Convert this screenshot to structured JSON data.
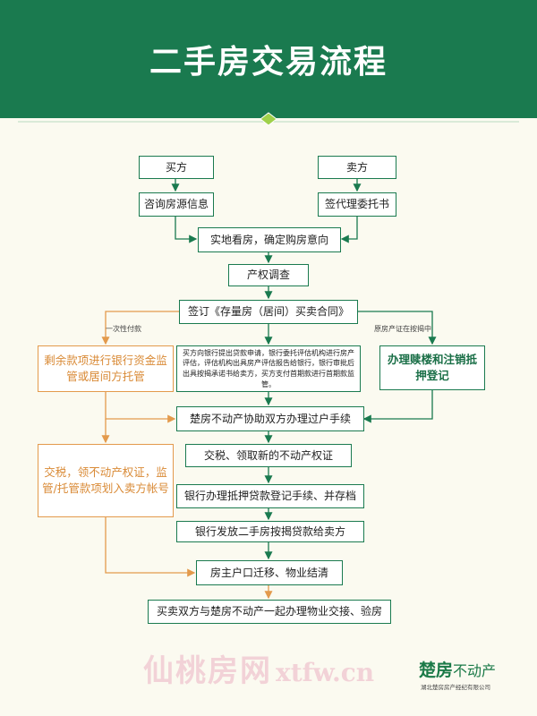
{
  "title": "二手房交易流程",
  "nodes": {
    "buyer": "买方",
    "seller": "卖方",
    "inquire": "咨询房源信息",
    "entrust": "签代理委托书",
    "viewing": "实地看房，确定购房意向",
    "title_check": "产权调查",
    "contract": "签订《存量房（居间）买卖合同》",
    "left_escrow": "剩余款项进行银行资金监管或居间方托管",
    "loan": "买方向银行提出贷款申请，银行委托评估机构进行房产评估，评估机构出具房产评估报告给银行，银行审批后出具按揭承诺书给卖方，买方支付首期款进行首期款监管。",
    "redeem": "办理赎楼和注销抵押登记",
    "transfer": "楚房不动产协助双方办理过户手续",
    "tax": "交税、领取新的不动产权证",
    "left_pay": "交税，领不动产权证，监管/托管款项划入卖方帐号",
    "mortgage_reg": "银行办理抵押贷款登记手续、并存档",
    "disburse": "银行发放二手房按揭贷款给卖方",
    "hukou": "房主户口迁移、物业结清",
    "handover": "买卖双方与楚房不动产一起办理物业交接、验房"
  },
  "labels": {
    "one_time": "一次性付款",
    "has_mortgage": "原房产证在按揭中"
  },
  "watermark": {
    "text": "仙桃房网",
    "domain": "xtfw.cn"
  },
  "logo": {
    "name_main": "楚房",
    "name_suffix": "不动产",
    "subtitle": "湖北楚房房产经纪有限公司"
  },
  "colors": {
    "header": "#1a7a4f",
    "node_border": "#1a7a4f",
    "orange": "#e39a4c",
    "background": "#fbfaf0"
  }
}
